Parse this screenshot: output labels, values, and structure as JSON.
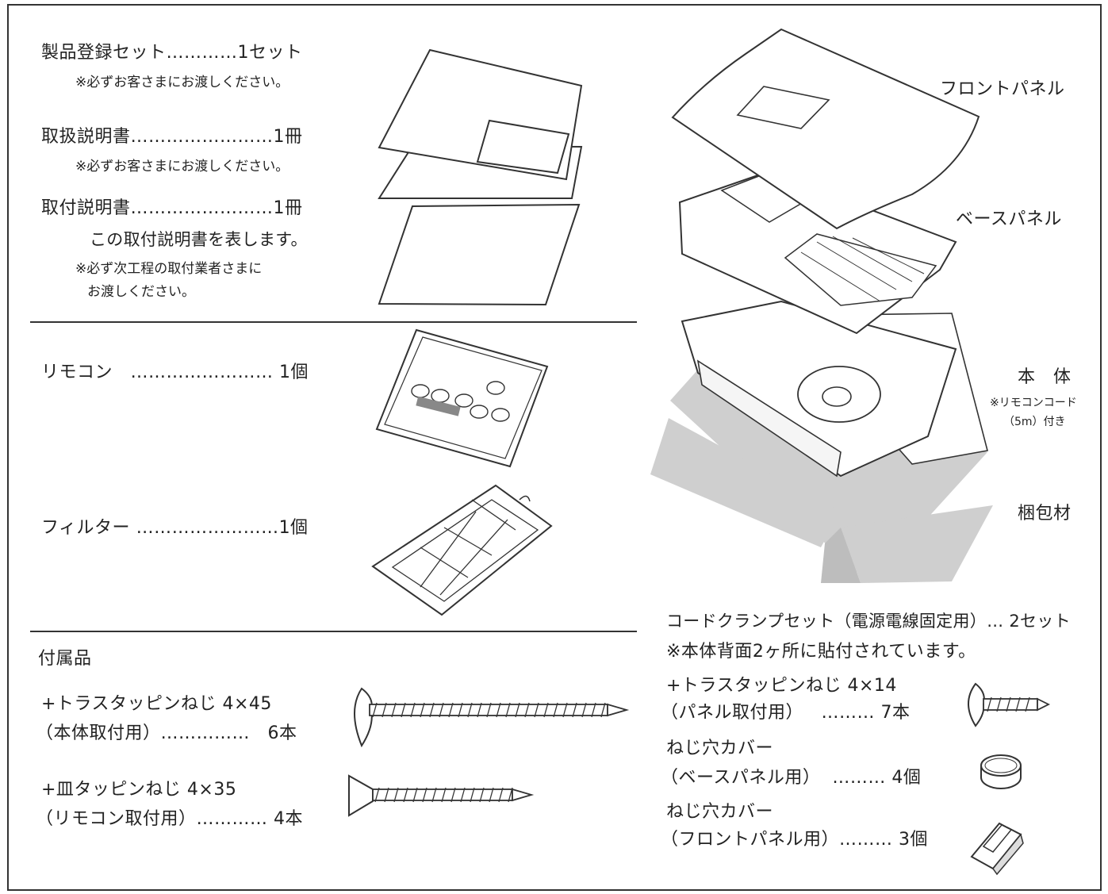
{
  "left_items": [
    {
      "name": "製品登録セット",
      "dots": "…………",
      "qty": "1セット",
      "note": "※必ずお客さまにお渡しください。"
    },
    {
      "name": "取扱説明書",
      "dots": "……………………",
      "qty": "1冊",
      "note": "※必ずお客さまにお渡しください。"
    },
    {
      "name": "取付説明書",
      "dots": "……………………",
      "qty": "1冊",
      "note": "この取付説明書を表します。",
      "note2": "※必ず次工程の取付業者さまに",
      "note3": "お渡しください。"
    }
  ],
  "remocon": {
    "name": "リモコン",
    "dots": "……………………",
    "qty": "1個"
  },
  "filter": {
    "name": "フィルター",
    "dots": "……………………",
    "qty": "1個"
  },
  "accessories": {
    "heading": "付属品",
    "items": [
      {
        "line1": "+トラスタッピンねじ 4×45",
        "line2": "（本体取付用）",
        "dots": "……………",
        "qty": "6本"
      },
      {
        "line1": "+皿タッピンねじ 4×35",
        "line2": "（リモコン取付用）",
        "dots": "…………",
        "qty": "4本"
      }
    ]
  },
  "right_labels": {
    "front_panel": "フロントパネル",
    "base_panel": "ベースパネル",
    "body": "本　体",
    "body_note1": "※リモコンコード",
    "body_note2": "（5m）付き",
    "packing": "梱包材"
  },
  "right_accessories": {
    "cord_clamp": "コードクランプセット（電源電線固定用）… 2セット",
    "cord_clamp_note": "※本体背面2ヶ所に貼付されています。",
    "items": [
      {
        "line1": "+トラスタッピンねじ 4×14",
        "line2": "（パネル取付用）",
        "dots": "………",
        "qty": "7本"
      },
      {
        "line1": "ねじ穴カバー",
        "line2": "（ベースパネル用）",
        "dots": "………",
        "qty": "4個"
      },
      {
        "line1": "ねじ穴カバー",
        "line2": "（フロントパネル用）",
        "dots": "………",
        "qty": "3個"
      }
    ]
  },
  "colors": {
    "line": "#333333",
    "packing_gray": "#cfcfcf",
    "panel_fill": "#ffffff"
  }
}
